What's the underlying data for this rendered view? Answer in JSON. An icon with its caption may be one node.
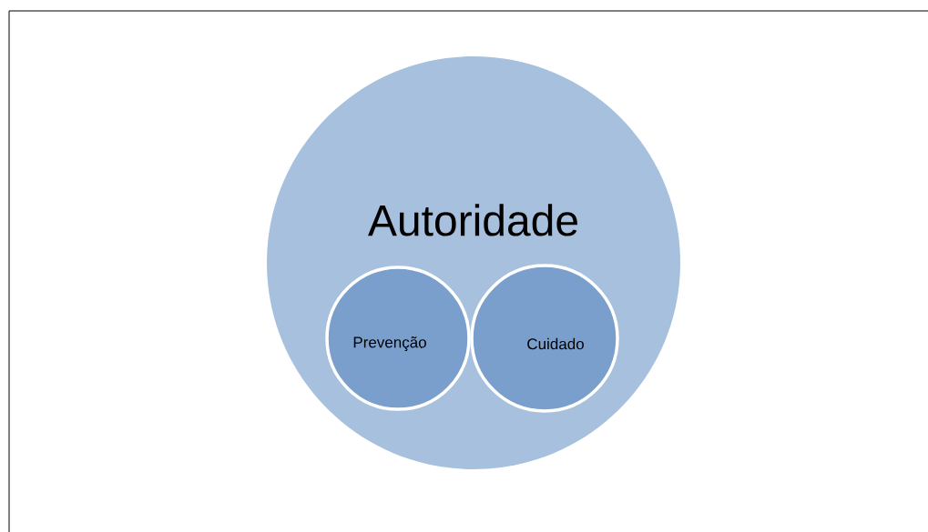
{
  "diagram": {
    "nodes": [
      {
        "text": [
          "Autoridade"
        ]
      },
      {
        "text": [
          "Prevenção"
        ],
        "in": 0
      },
      {
        "text": [
          "Cuidado"
        ],
        "in": 0
      }
    ]
  }
}
